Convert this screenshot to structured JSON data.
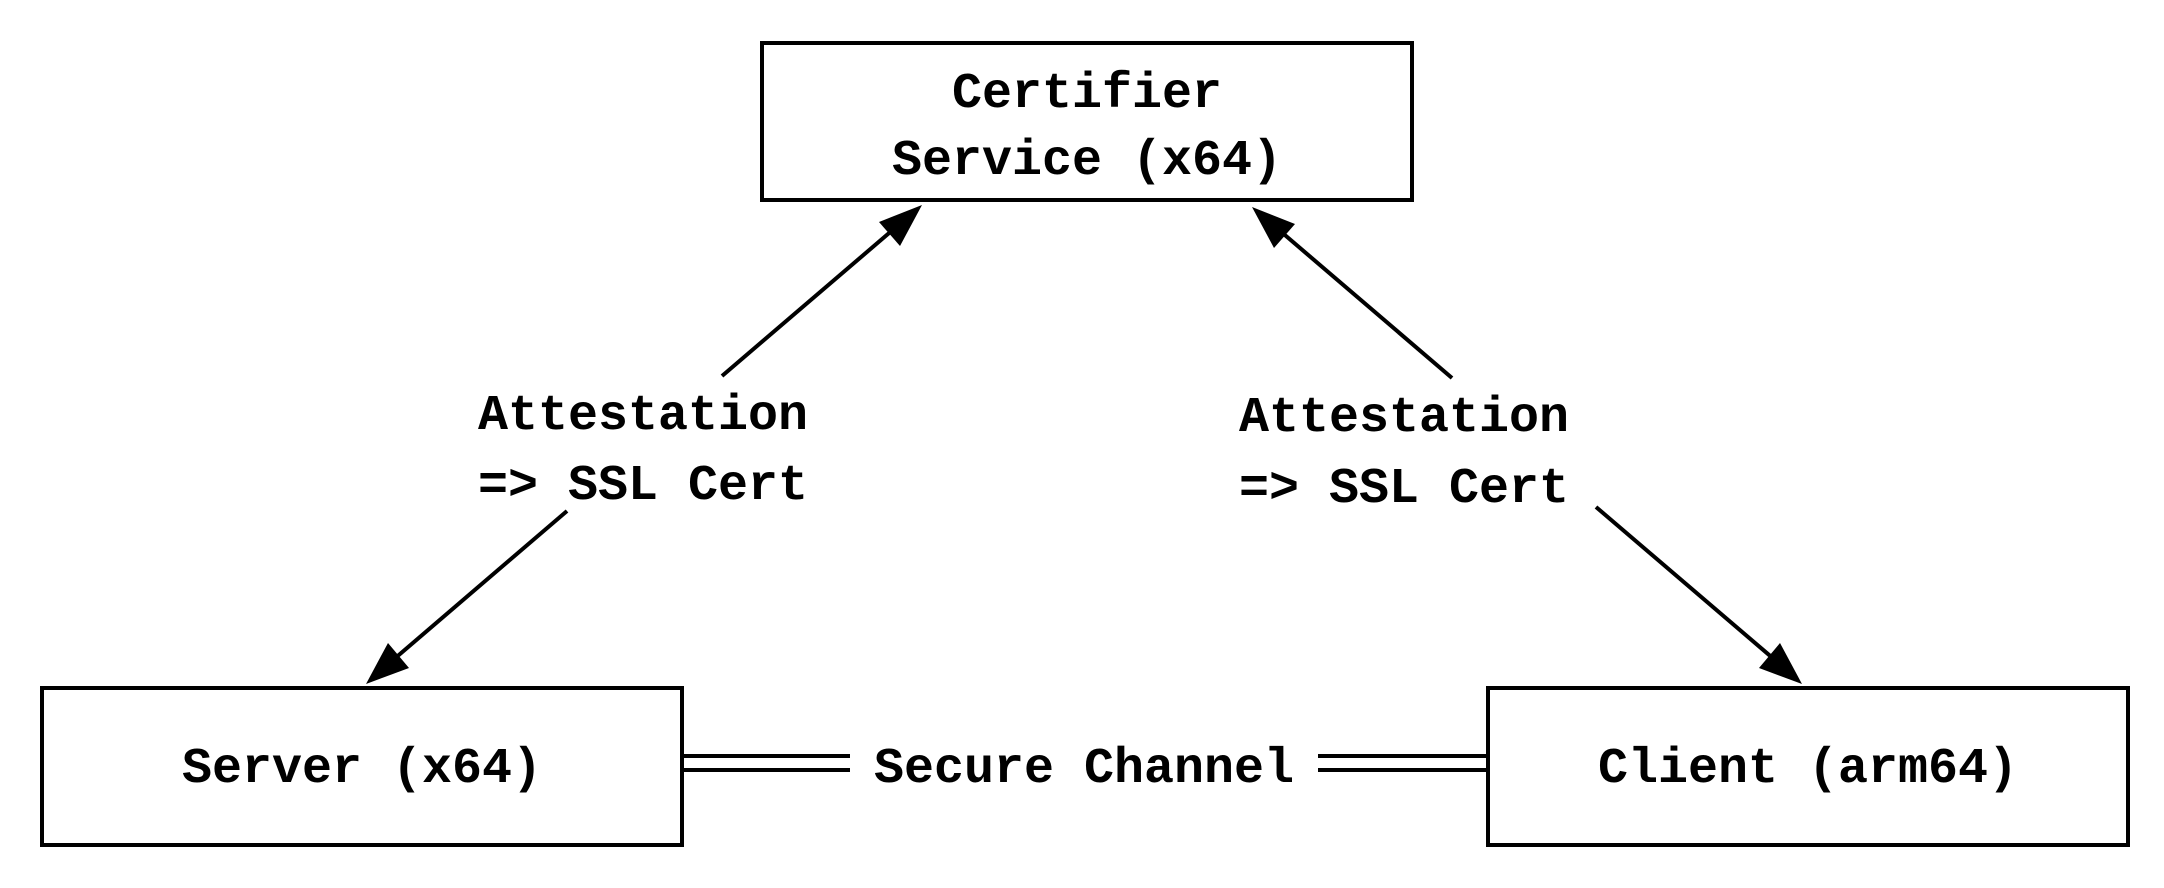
{
  "diagram": {
    "nodes": {
      "certifier": {
        "line1": "Certifier",
        "line2": "Service (x64)"
      },
      "server": {
        "label": "Server (x64)"
      },
      "client": {
        "label": "Client (arm64)"
      }
    },
    "edges": {
      "server_certifier": {
        "line1": "Attestation",
        "line2": "=> SSL Cert"
      },
      "client_certifier": {
        "line1": "Attestation",
        "line2": "=> SSL Cert"
      },
      "server_client": {
        "label": "Secure Channel"
      }
    },
    "colors": {
      "stroke": "#000000",
      "background": "#ffffff"
    }
  }
}
